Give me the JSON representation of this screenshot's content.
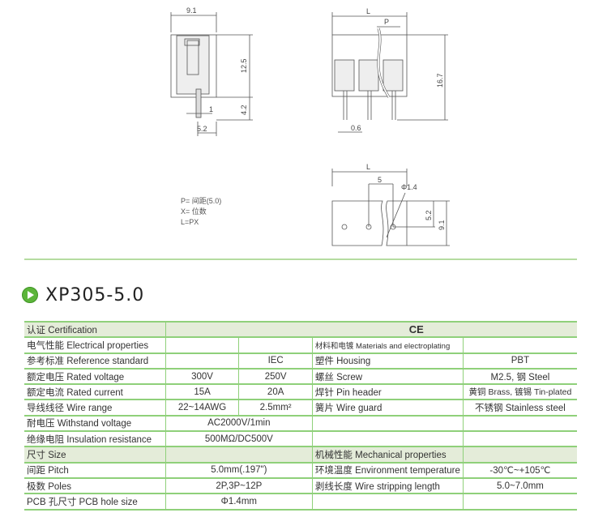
{
  "drawing": {
    "side_view": {
      "width": "9.1",
      "height_body": "12.5",
      "pin_length": "4.2",
      "pin_thick": "1",
      "pin_offset": "5.2"
    },
    "front_view": {
      "length": "L",
      "pitch": "P",
      "height": "16.7",
      "pin_width": "0.6"
    },
    "pcb_view": {
      "length": "L",
      "pitch": "5",
      "hole": "Φ1.4",
      "hole_offset": "5.2",
      "depth": "9.1"
    },
    "legend": [
      "P= 间距(5.0)",
      "X= 位数",
      "L=PX"
    ]
  },
  "product": {
    "title": "XP305-5.0"
  },
  "table": {
    "certification": {
      "label": "认证 Certification",
      "value": "CE"
    },
    "rows": [
      [
        "电气性能 Electrical properties",
        "",
        "",
        "材料和电镀 Materials and electroplating",
        ""
      ],
      [
        "参考标准 Reference standard",
        "",
        "IEC",
        "塑件 Housing",
        "PBT"
      ],
      [
        "额定电压 Rated voltage",
        "300V",
        "250V",
        "螺丝 Screw",
        "M2.5, 钢 Steel"
      ],
      [
        "额定电流 Rated current",
        "15A",
        "20A",
        "焊针 Pin header",
        "黄铜 Brass, 镀锡 Tin-plated"
      ],
      [
        "导线线径 Wire range",
        "22~14AWG",
        "2.5mm²",
        "簧片 Wire guard",
        "不锈钢 Stainless steel"
      ]
    ],
    "rows2": [
      [
        "耐电压 Withstand voltage",
        "AC2000V/1min",
        "",
        ""
      ],
      [
        "绝缘电阻 Insulation resistance",
        "500MΩ/DC500V",
        "",
        ""
      ],
      [
        "尺寸 Size",
        "",
        "机械性能 Mechanical properties",
        ""
      ],
      [
        "间距 Pitch",
        "5.0mm(.197\")",
        "环境温度 Environment temperature",
        "-30℃~+105℃"
      ],
      [
        "极数 Poles",
        "2P,3P~12P",
        "剥线长度 Wire stripping length",
        "5.0~7.0mm"
      ],
      [
        "PCB 孔尺寸 PCB hole size",
        "Φ1.4mm",
        "",
        ""
      ]
    ]
  }
}
